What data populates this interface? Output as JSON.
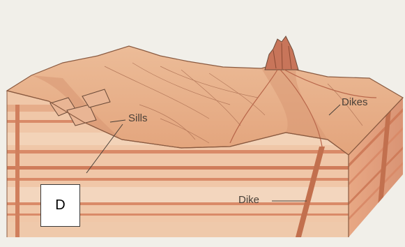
{
  "diagram": {
    "labels": {
      "sills": "Sills",
      "dikes": "Dikes",
      "dike": "Dike"
    },
    "badge": "D"
  },
  "colors": {
    "background": "#f1efe9",
    "surface": "#e8b08a",
    "layer_light": "#f1cdb0",
    "layer_band": "#d98a68",
    "intrusion": "#c2704e",
    "outline": "#6b4a38",
    "text": "#4a4038"
  }
}
